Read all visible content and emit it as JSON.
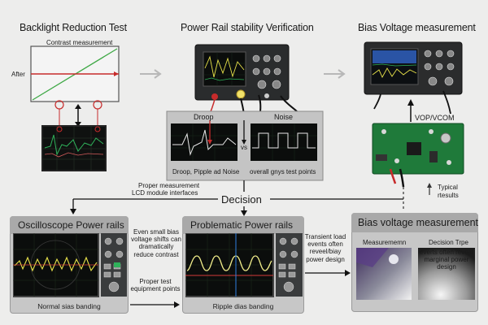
{
  "top": {
    "backlight_title": "Backlight Reduction Test",
    "power_title": "Power Rail stability Verification",
    "bias_title": "Bias Voltage measurement",
    "contrast_label": "Contrast measurement",
    "after_label": "After",
    "droop_label": "Droop",
    "noise_label": "Noise",
    "vs_label": "vs",
    "droop_caption": "Droop, Pipple ad Noise",
    "noise_caption": "overall gnys test points",
    "vop_label": "VOP/VCOM",
    "typical_label": "Typical",
    "results_label": "rtesults"
  },
  "middle": {
    "proper_line1": "Proper measurement",
    "proper_line2": "LCD module interfaces",
    "decision_label": "Decision"
  },
  "panels": {
    "left": {
      "title": "Oscilloscope Power rails",
      "caption": "Normal sias banding"
    },
    "center": {
      "title": "Problematic Power rails",
      "caption": "Ripple dias banding"
    },
    "right": {
      "title": "Bias voltage measurement",
      "sub_left": "Measurememn",
      "sub_right": "Decision Trpe",
      "sub_right_text": "everts often reveal marginal power design"
    }
  },
  "notes": {
    "bias_shift": "Even small bias voltage shifts can dramatically reduce contrast",
    "proper_test": "Proper test equipment points",
    "transient": "Transient load events often reveel/biay power design"
  },
  "colors": {
    "background": "#ededec",
    "panel_bg": "#c7c7c7",
    "panel_title_bg": "#a9a9a9",
    "trace_yellow": "#e8e24a",
    "trace_green": "#2fb15a",
    "marker_red": "#c72b2b",
    "cursor_blue": "#2f7fe0",
    "pcb_green": "#1f7a3a"
  }
}
